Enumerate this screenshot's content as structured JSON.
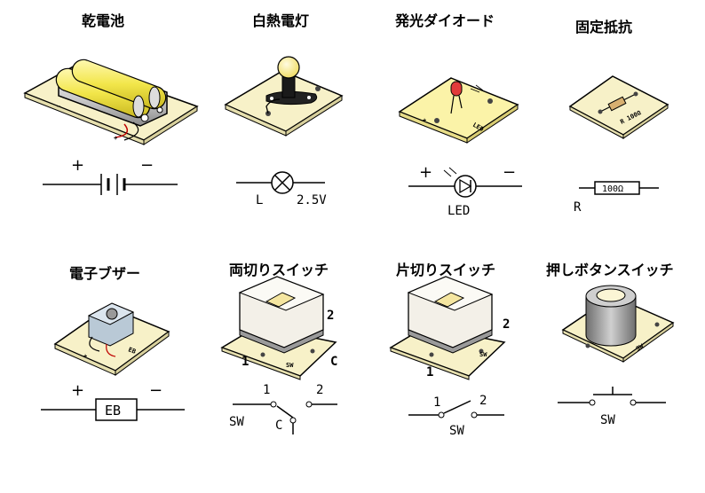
{
  "titles": {
    "battery": "乾電池",
    "lamp": "白熱電灯",
    "led": "発光ダイオード",
    "resistor": "固定抵抗",
    "buzzer": "電子ブザー",
    "dpsw": "両切りスイッチ",
    "spsw": "片切りスイッチ",
    "pbsw": "押しボタンスイッチ"
  },
  "battery": {
    "plus": "+",
    "minus": "−",
    "board_minus": "−",
    "board_plus": "+"
  },
  "lamp": {
    "L": "L",
    "volt": "2.5V"
  },
  "led": {
    "plus": "+",
    "minus": "−",
    "label": "LED",
    "board_label": "LED",
    "board_plus": "+"
  },
  "resistor": {
    "value": "100Ω",
    "R": "R",
    "board_text": "R 100Ω"
  },
  "buzzer": {
    "plus": "+",
    "minus": "−",
    "label": "EB",
    "board_label": "EB",
    "board_plus": "+"
  },
  "dpsw": {
    "n1": "1",
    "n2": "2",
    "c": "C",
    "sw": "SW",
    "b1": "1",
    "b2": "2",
    "bc": "C",
    "bsw": "SW"
  },
  "spsw": {
    "n1": "1",
    "n2": "2",
    "sw": "SW",
    "b1": "1",
    "b2": "2",
    "bsw": "SW"
  },
  "pbsw": {
    "sw": "SW",
    "bsw": "SW"
  }
}
